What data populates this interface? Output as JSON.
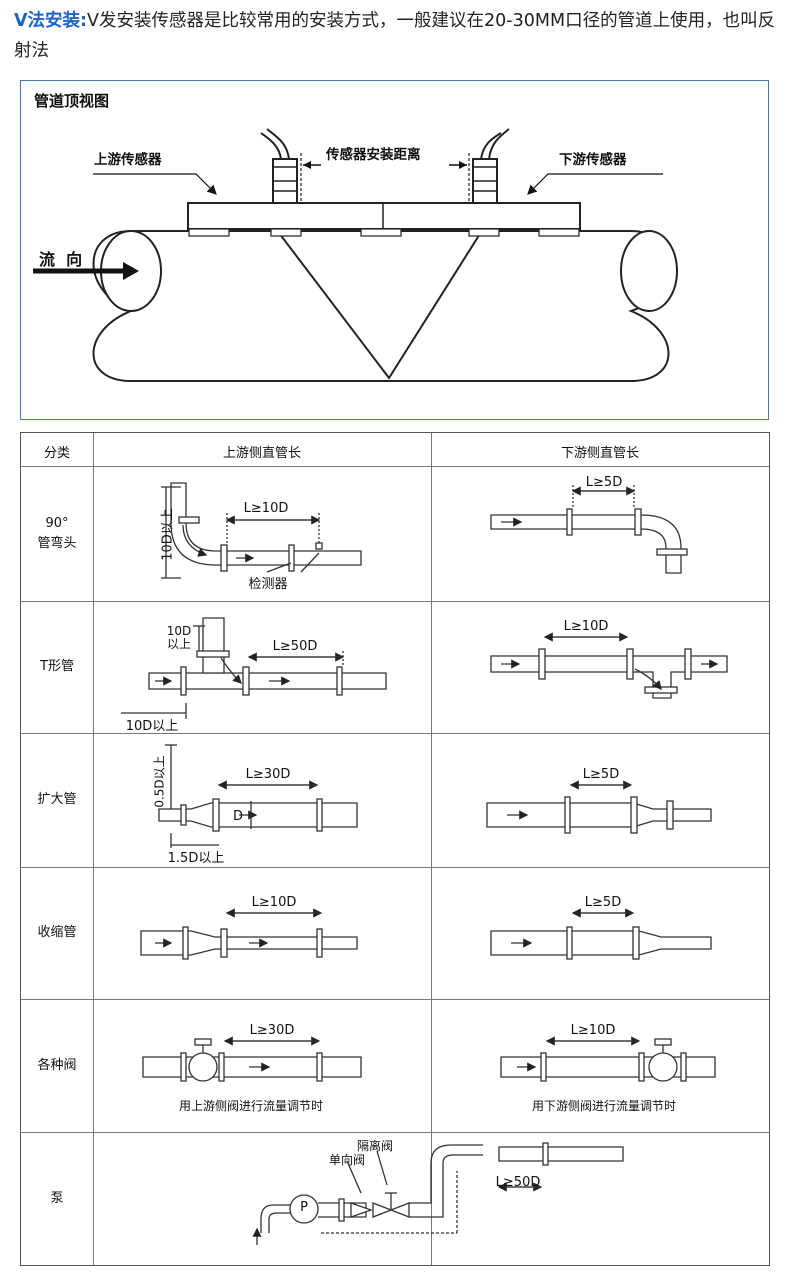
{
  "intro": {
    "keyword": "V法安装:",
    "text": "V发安装传感器是比较常用的安装方式，一般建议在20-30MM口径的管道上使用，也叫反射法"
  },
  "top_view": {
    "title": "管道顶视图",
    "upstream_sensor": "上游传感器",
    "distance": "传感器安装距离",
    "downstream_sensor": "下游传感器",
    "flow": "流  向"
  },
  "table": {
    "headers": {
      "category": "分类",
      "upstream": "上游侧直管长",
      "downstream": "下游侧直管长"
    },
    "rows": [
      {
        "category": "90°\n管弯头",
        "up_len": "L≥10D",
        "up_side": "10D以上",
        "up_note": "检测器",
        "down_len": "L≥5D"
      },
      {
        "category": "T形管",
        "up_len": "L≥50D",
        "up_side": "10D\n以上",
        "up_bottom": "10D以上",
        "down_len": "L≥10D"
      },
      {
        "category": "扩大管",
        "up_len": "L≥30D",
        "up_side": "0.5D以上",
        "up_d": "D",
        "up_bottom": "1.5D以上",
        "down_len": "L≥5D"
      },
      {
        "category": "收缩管",
        "up_len": "L≥10D",
        "down_len": "L≥5D"
      },
      {
        "category": "各种阀",
        "up_len": "L≥30D",
        "up_caption": "用上游侧阀进行流量调节时",
        "down_len": "L≥10D",
        "down_caption": "用下游侧阀进行流量调节时"
      },
      {
        "category": "泵",
        "isolation_valve": "隔离阀",
        "check_valve": "单向阀",
        "pump": "P",
        "len": "L≥50D"
      }
    ]
  }
}
